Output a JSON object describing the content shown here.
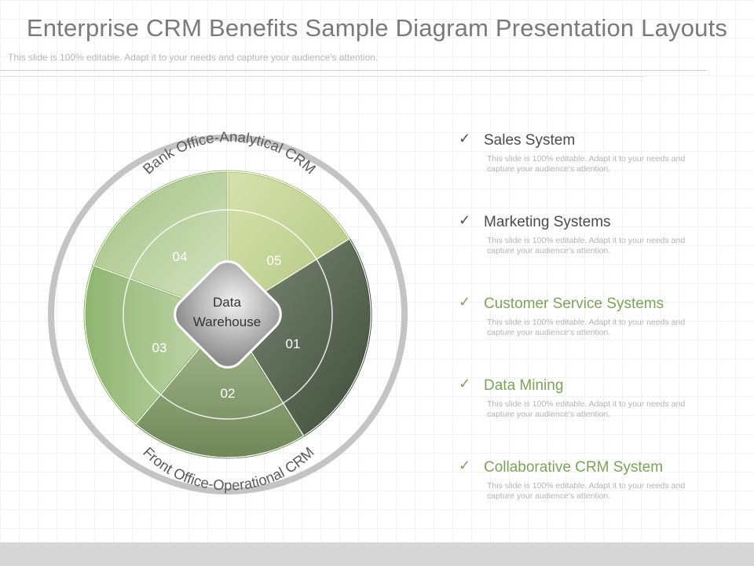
{
  "header": {
    "title": "Enterprise CRM Benefits Sample Diagram Presentation Layouts",
    "subtitle": "This slide is 100% editable. Adapt it to your needs and capture your audience's attention."
  },
  "diagram": {
    "top_label": "Bank Office-Analytical CRM",
    "bottom_label": "Front Office-Operational CRM",
    "center_label_line1": "Data",
    "center_label_line2": "Warehouse",
    "segments": [
      {
        "number": "01",
        "color": "#4f5e4a"
      },
      {
        "number": "02",
        "color": "#7c9462"
      },
      {
        "number": "03",
        "color": "#94b878"
      },
      {
        "number": "04",
        "color": "#a9c68c"
      },
      {
        "number": "05",
        "color": "#c2d392"
      }
    ]
  },
  "items": [
    {
      "title": "Sales System",
      "description": "This slide is 100% editable. Adapt it to your needs and capture your audience's attention."
    },
    {
      "title": "Marketing Systems",
      "description": "This slide is 100% editable. Adapt it to your needs and capture your audience's attention."
    },
    {
      "title": "Customer Service Systems",
      "description": "This slide is 100% editable. Adapt it to your needs and capture your audience's attention."
    },
    {
      "title": "Data Mining",
      "description": "This slide is 100% editable. Adapt it to your needs and capture your audience's attention."
    },
    {
      "title": "Collaborative CRM System",
      "description": "This slide is 100% editable. Adapt it to your needs and capture your audience's attention."
    }
  ],
  "colors": {
    "accent_green": "#7ea25a",
    "title_gray": "#7a7a7a",
    "ring_gray": "#c4c4c4"
  },
  "icons": {
    "check": "check-icon"
  }
}
